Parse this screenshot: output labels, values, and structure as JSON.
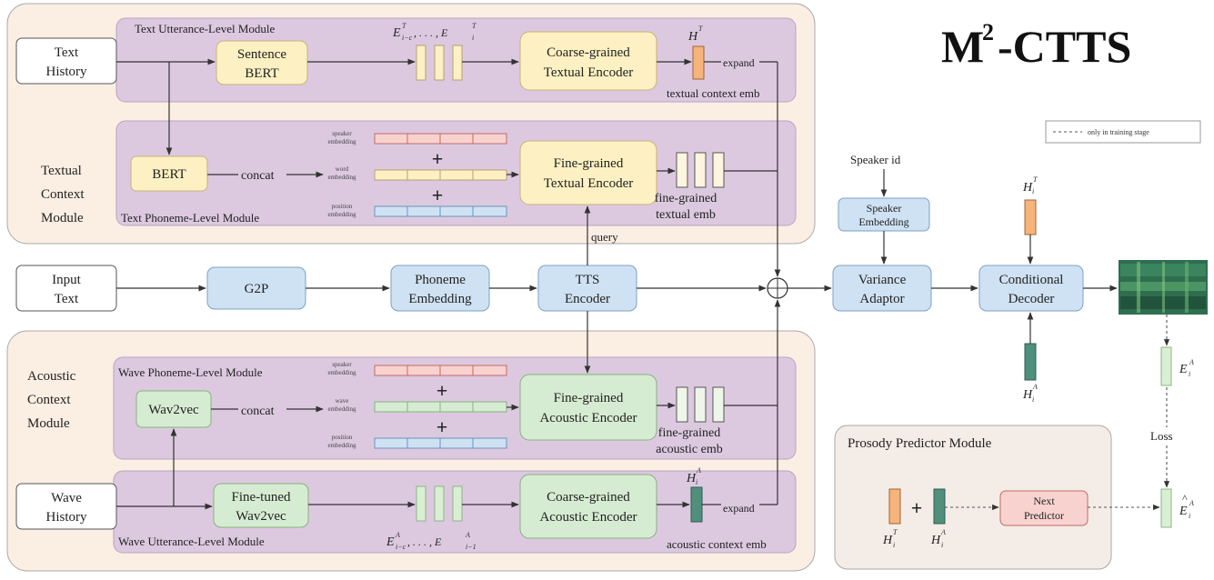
{
  "title": {
    "main": "M",
    "sup": "2",
    "rest": "-CTTS"
  },
  "legend": {
    "text": "only in training stage"
  },
  "textual_context": {
    "label": [
      "Textual",
      "Context",
      "Module"
    ],
    "utterance_module": "Text Utterance-Level Module",
    "phoneme_module": "Text Phoneme-Level Module"
  },
  "acoustic_context": {
    "label": [
      "Acoustic",
      "Context",
      "Module"
    ],
    "phoneme_module": "Wave Phoneme-Level Module",
    "utterance_module": "Wave Utterance-Level Module"
  },
  "nodes": {
    "text_history": [
      "Text",
      "History"
    ],
    "sentence_bert": [
      "Sentence",
      "BERT"
    ],
    "coarse_text_enc": [
      "Coarse-grained",
      "Textual Encoder"
    ],
    "bert": "BERT",
    "fine_text_enc": [
      "Fine-grained",
      "Textual Encoder"
    ],
    "input_text": [
      "Input",
      "Text"
    ],
    "g2p": "G2P",
    "phoneme_emb": [
      "Phoneme",
      "Embedding"
    ],
    "tts_encoder": [
      "TTS",
      "Encoder"
    ],
    "variance_adaptor": [
      "Variance",
      "Adaptor"
    ],
    "conditional_decoder": [
      "Conditional",
      "Decoder"
    ],
    "speaker_emb": [
      "Speaker",
      "Embedding"
    ],
    "wav2vec": "Wav2vec",
    "fine_acoustic_enc": [
      "Fine-grained",
      "Acoustic Encoder"
    ],
    "wave_history": [
      "Wave",
      "History"
    ],
    "finetuned_wav2vec": [
      "Fine-tuned",
      "Wav2vec"
    ],
    "coarse_acoustic_enc": [
      "Coarse-grained",
      "Acoustic Encoder"
    ],
    "next_predictor": [
      "Next",
      "Predictor"
    ]
  },
  "labels": {
    "speaker_id": "Speaker id",
    "concat": "concat",
    "query": "query",
    "expand": "expand",
    "plus": "+",
    "textual_context_emb": "textual context emb",
    "fine_textual_emb": [
      "fine-grained",
      "textual emb"
    ],
    "fine_acoustic_emb": [
      "fine-grained",
      "acoustic emb"
    ],
    "acoustic_context_emb": "acoustic context emb",
    "loss": "Loss",
    "prosody_module": "Prosody Predictor Module",
    "speaker_embedding_small": [
      "speaker",
      "embedding"
    ],
    "word_embedding_small": [
      "word",
      "embedding"
    ],
    "wave_embedding_small": [
      "wave",
      "embedding"
    ],
    "position_embedding_small": [
      "position",
      "embedding"
    ]
  },
  "math": {
    "E_T_seq": "E",
    "E_T_seq_sup": "T",
    "E_T_seq_sub1": "i−c",
    "E_T_seq_mid": ", . . . , E",
    "E_T_seq_sub2": "i",
    "E_A_seq": "E",
    "E_A_seq_sup": "A",
    "E_A_seq_sub1": "i−c",
    "E_A_seq_mid": ", . . . , E",
    "E_A_seq_sub2": "i−1",
    "H": "H",
    "sup_T": "T",
    "sup_A": "A",
    "sub_i": "i",
    "E": "E"
  },
  "colors": {
    "peach_bg": "#fbeee3",
    "purple_bg": "#dcc9e0",
    "yellow_box": "#fdf0c2",
    "blue_box": "#cfe2f3",
    "green_box": "#d6ecd2",
    "pink_box": "#f8d2cf",
    "orange_emb": "#f5b47a",
    "teal_emb": "#4f8f7c",
    "light_green_emb": "#d9efd3",
    "gray_panel": "#f4ece6"
  }
}
